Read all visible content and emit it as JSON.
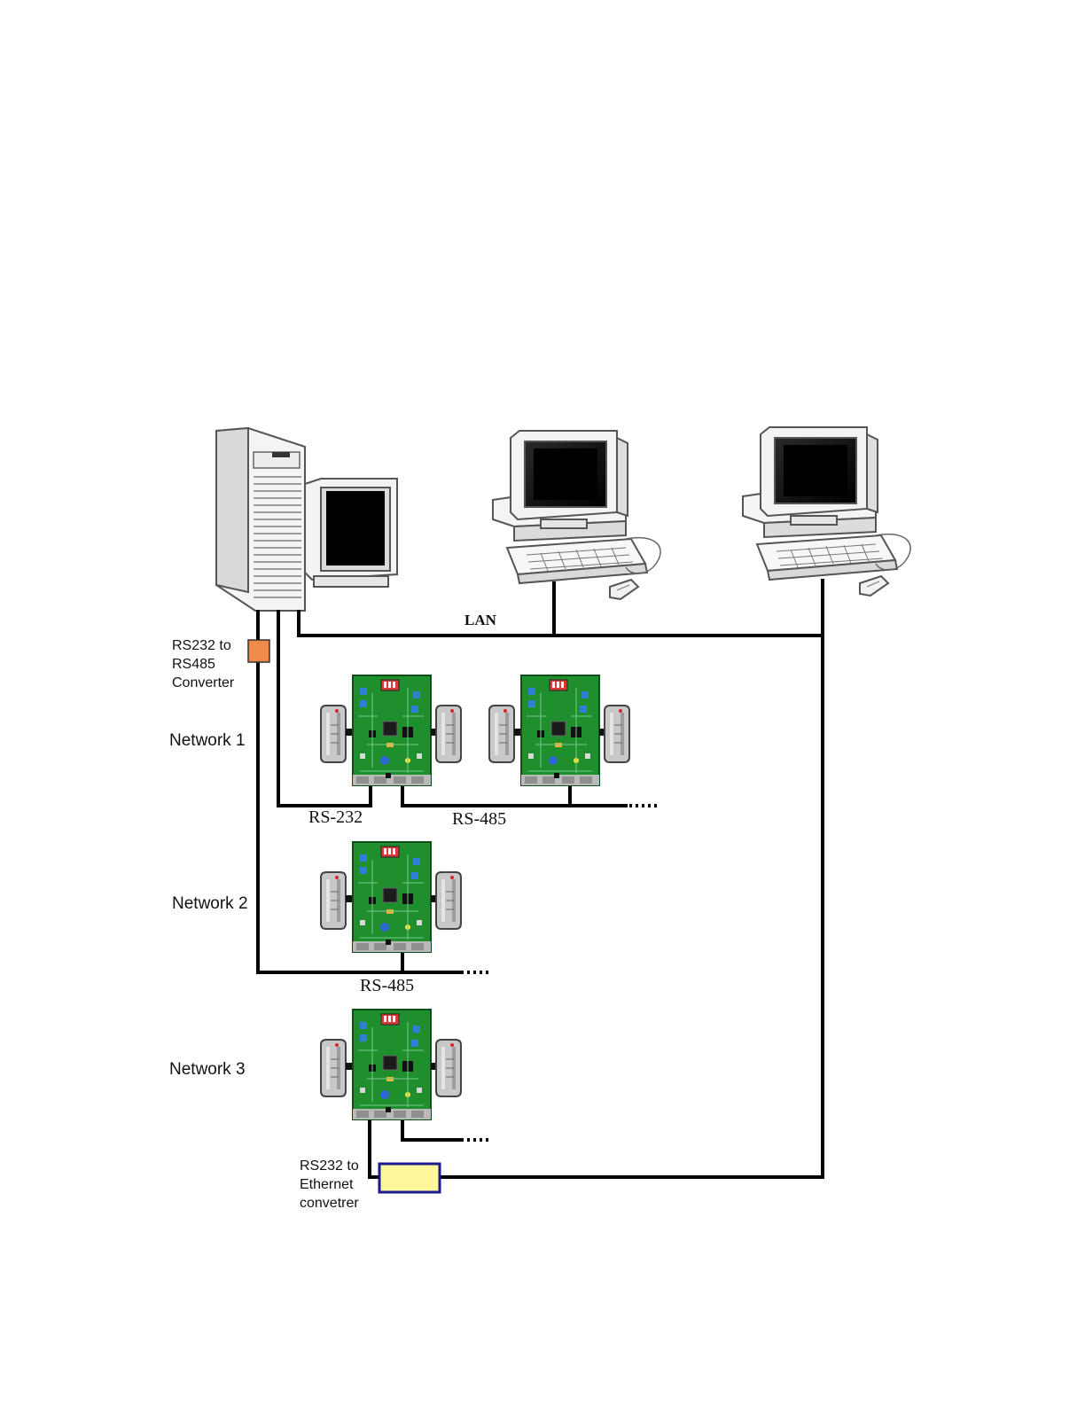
{
  "diagram": {
    "labels": {
      "lan": "LAN",
      "rs232_rs485_converter": [
        "RS232 to",
        "RS485",
        "Converter"
      ],
      "network_1": "Network 1",
      "network_2": "Network 2",
      "network_3": "Network 3",
      "rs232": "RS-232",
      "rs485_network1": "RS-485",
      "rs485_network2": "RS-485",
      "ethernet_converter": [
        "RS232 to",
        "Ethernet",
        "convetrer"
      ]
    },
    "colors": {
      "line": "#000000",
      "rs485_converter_box": "#f08a4b",
      "ethernet_converter_box": "#fff799",
      "ethernet_converter_border": "#1b1b8f",
      "pcb": "#1f8f2e",
      "reader": "#c8c8c8",
      "screen": "#000000"
    },
    "icons": {
      "server": "server-tower-icon",
      "workstation": "desktop-computer-icon",
      "controller": "access-controller-board-icon",
      "reader": "card-reader-icon",
      "converter": "converter-box-icon"
    }
  }
}
